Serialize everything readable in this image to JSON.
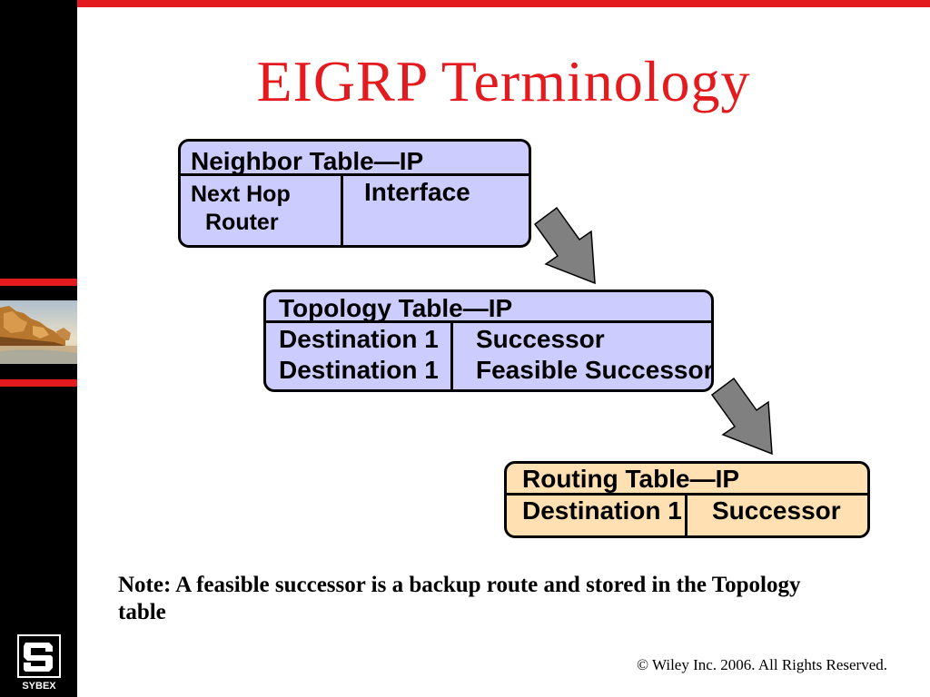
{
  "slide": {
    "title": "EIGRP Terminology"
  },
  "colors": {
    "accent": "#e31b1e",
    "title": "#e31b1e",
    "sidebar": "#000000",
    "table_fill": "#ccccff",
    "routing_fill": "#ffe0b3",
    "arrow_fill": "#808080"
  },
  "neighbor_table": {
    "header": "Neighbor Table—IP",
    "next_hop_label": [
      "Next Hop",
      "Router"
    ],
    "interface_label": "Interface"
  },
  "topology_table": {
    "header": "Topology Table—IP",
    "rows": [
      {
        "destination": "Destination 1",
        "route": "Successor"
      },
      {
        "destination": "Destination 1",
        "route": "Feasible Successor"
      }
    ]
  },
  "routing_table": {
    "header": "Routing Table—IP",
    "rows": [
      {
        "destination": "Destination 1",
        "route": "Successor"
      }
    ]
  },
  "note": "Note: A feasible successor is a backup route and stored in the Topology table",
  "footer": {
    "copyright": "© Wiley Inc. 2006. All Rights Reserved."
  },
  "logo": {
    "text": "SYBEX"
  }
}
